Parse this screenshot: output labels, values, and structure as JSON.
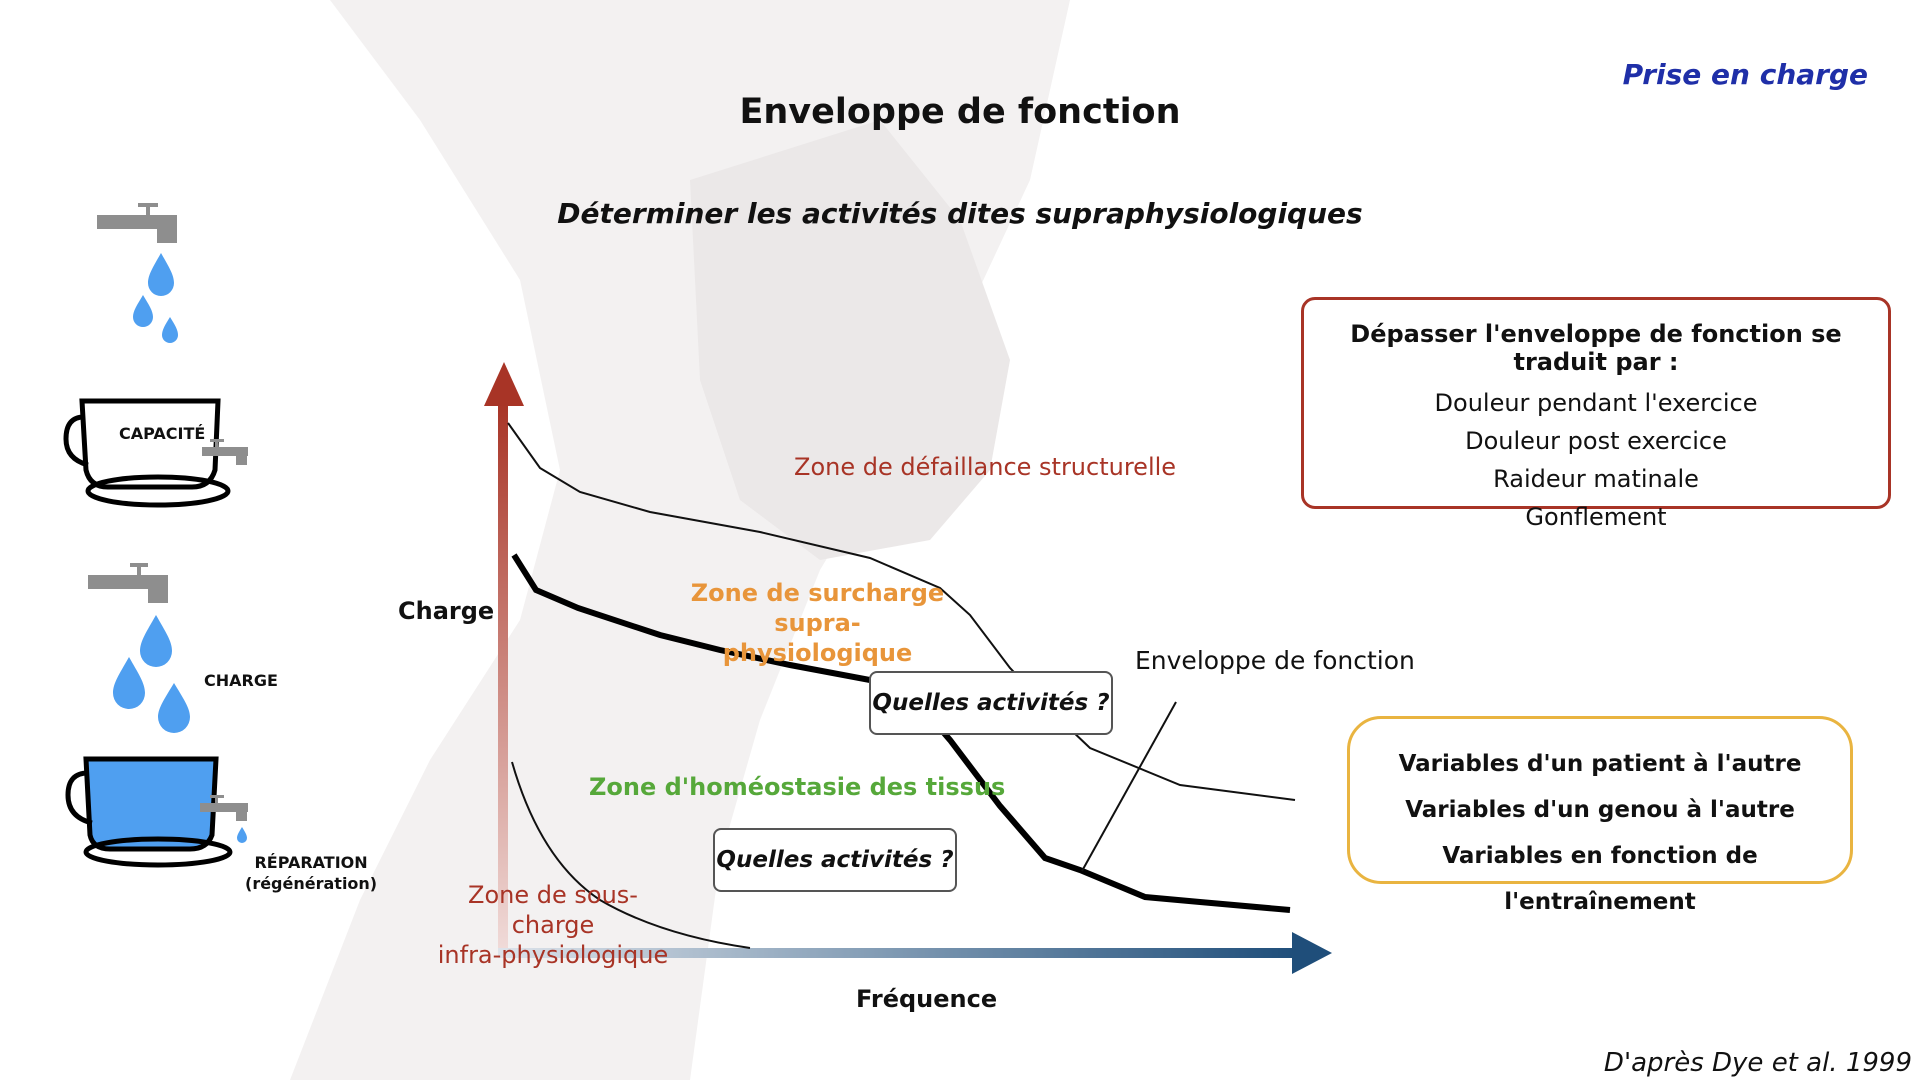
{
  "header": {
    "tag": "Prise en charge"
  },
  "title": "Enveloppe de fonction",
  "subtitle": "Déterminer les activités dites supraphysiologiques",
  "info_box": {
    "heading": "Dépasser l'enveloppe de fonction se traduit par :",
    "items": [
      "Douleur pendant l'exercice",
      "Douleur post exercice",
      "Raideur matinale",
      "Gonflement"
    ]
  },
  "variables_box": {
    "items": [
      "Variables d'un patient à l'autre",
      "Variables d'un genou à l'autre",
      "Variables en fonction de l'entraînement"
    ]
  },
  "diagram": {
    "y_axis_label": "Charge",
    "x_axis_label": "Fréquence",
    "zones": {
      "structural_failure": "Zone de défaillance structurelle",
      "overload": [
        "Zone de surcharge",
        "supra-physiologique"
      ],
      "homeostasis": "Zone d'homéostasie des tissus",
      "underload": [
        "Zone de sous-charge",
        "infra-physiologique"
      ]
    },
    "envelope_label": "Enveloppe de fonction",
    "question_label": "Quelles activités ?",
    "colors": {
      "y_axis": "#a83426",
      "x_axis": "#1f4e7a",
      "red_zone": "#a83426",
      "orange_zone": "#e8953a",
      "green_zone": "#56a83a"
    }
  },
  "cup_metaphor": {
    "capacity_label": "CAPACITÉ",
    "charge_label": "CHARGE",
    "repair_label": "RÉPARATION",
    "repair_sub": "(régénération)",
    "icons": [
      "faucet-icon",
      "water-drop-icon",
      "cup-icon"
    ],
    "colors": {
      "water": "#4f9ff0",
      "faucet": "#8e8e8e"
    }
  },
  "credit": "D'après Dye et al. 1999"
}
